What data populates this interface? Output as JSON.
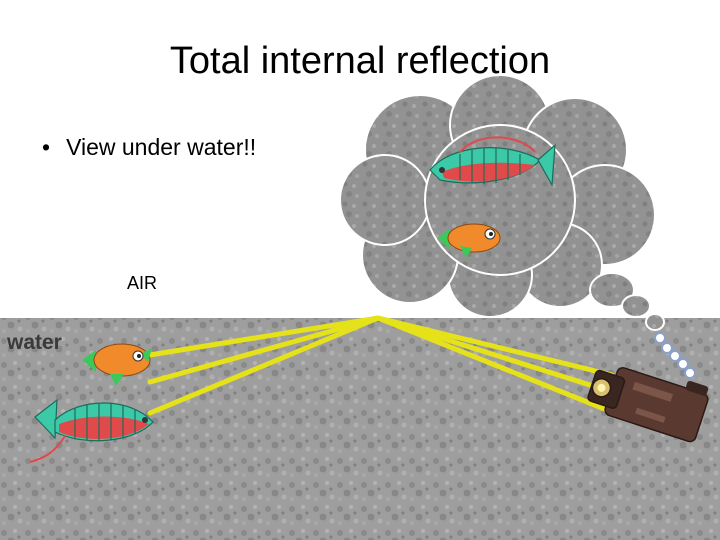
{
  "slide": {
    "title": "Total internal reflection",
    "bullet": "View under water!!",
    "air_label": "AIR",
    "water_label": "water"
  },
  "colors": {
    "water": "#9c9c9c",
    "thought_cloud": "#8f8f8f",
    "light_rays": "#e6e21a",
    "fish_green": "#3cc9a8",
    "fish_red": "#e04a4a",
    "fish_orange": "#f08a2a",
    "camera_body": "#5a3a30"
  },
  "icons": [
    "thought-cloud",
    "striped-fish-icon",
    "orange-fish-icon",
    "video-camera-icon"
  ]
}
